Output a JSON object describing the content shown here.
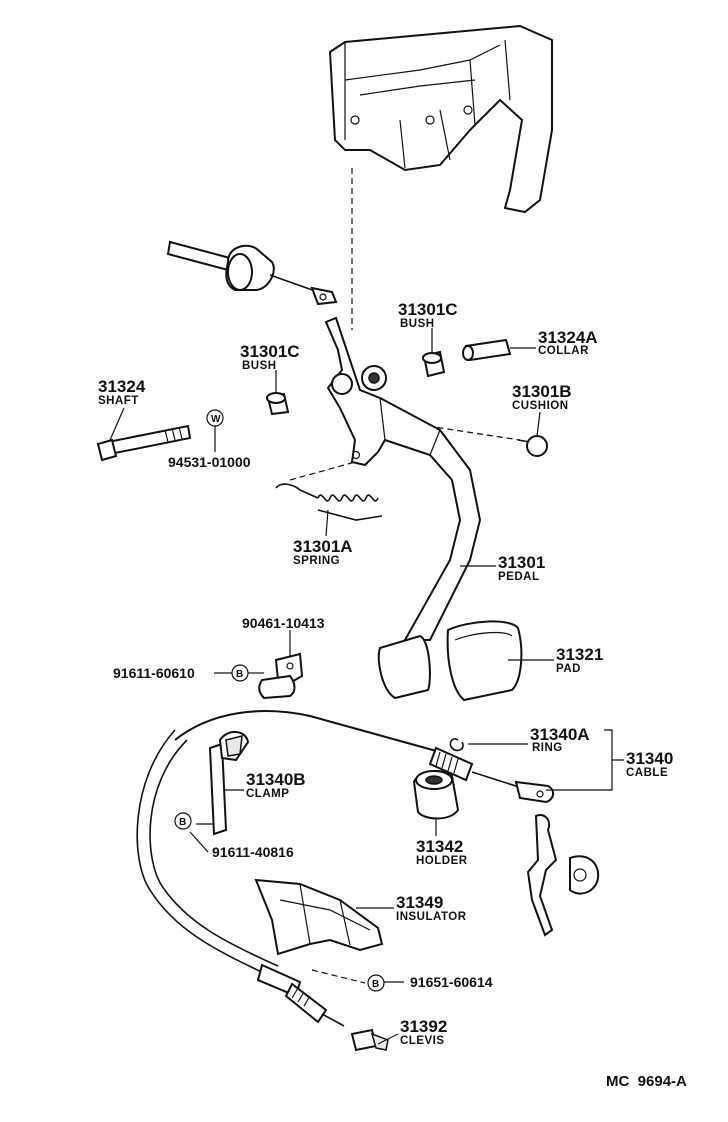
{
  "callouts": {
    "collar": {
      "num": "31324A",
      "name": "COLLAR"
    },
    "bush_right": {
      "num": "31301C",
      "name": "BUSH"
    },
    "bush_left": {
      "num": "31301C",
      "name": "BUSH"
    },
    "shaft": {
      "num": "31324",
      "name": "SHAFT"
    },
    "cushion": {
      "num": "31301B",
      "name": "CUSHION"
    },
    "washer": {
      "num": "94531-01000",
      "mark": "W"
    },
    "spring": {
      "num": "31301A",
      "name": "SPRING"
    },
    "pedal": {
      "num": "31301",
      "name": "PEDAL"
    },
    "bracket_bolt": {
      "num": "90461-10413"
    },
    "bolt_1": {
      "num": "91611-60610",
      "mark": "B"
    },
    "pad": {
      "num": "31321",
      "name": "PAD"
    },
    "ring": {
      "num": "31340A",
      "name": "RING"
    },
    "cable": {
      "num": "31340",
      "name": "CABLE"
    },
    "clamp": {
      "num": "31340B",
      "name": "CLAMP"
    },
    "bolt_2": {
      "num": "91611-40816",
      "mark": "B"
    },
    "holder": {
      "num": "31342",
      "name": "HOLDER"
    },
    "insulator": {
      "num": "31349",
      "name": "INSULATOR"
    },
    "bolt_3": {
      "num": "91651-60614",
      "mark": "B"
    },
    "clevis": {
      "num": "31392",
      "name": "CLEVIS"
    }
  },
  "diagram_code": "MC  9694-A"
}
